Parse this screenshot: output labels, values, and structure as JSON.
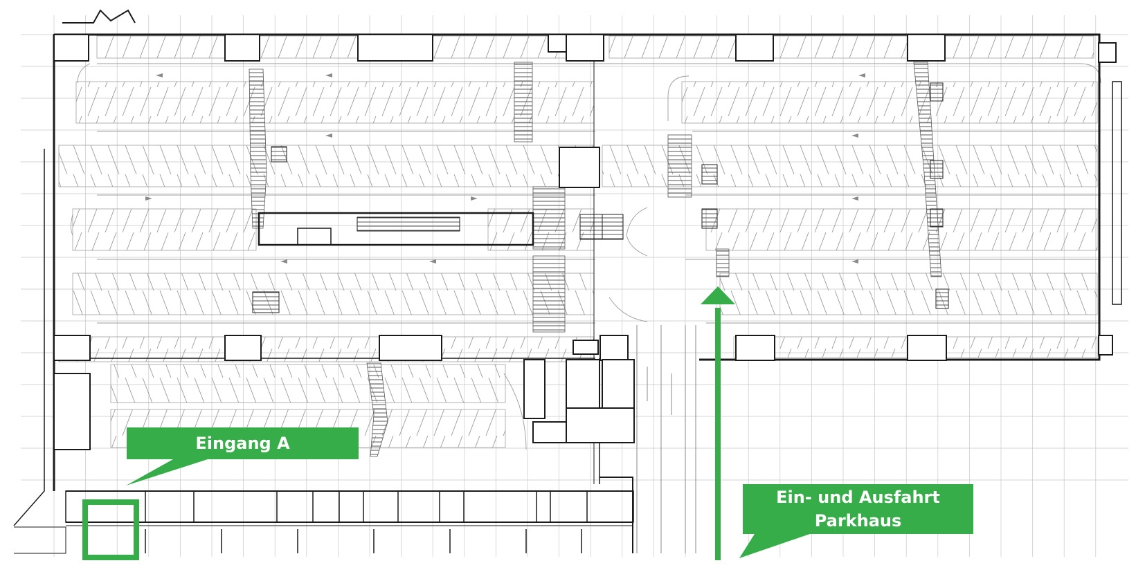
{
  "colors": {
    "accent": "#37ad4a",
    "line": "#1a1a1a",
    "thin": "#8a8a8a",
    "faint": "#b5b5b5"
  },
  "labels": {
    "entrance": "Eingang A",
    "garage_line1": "Ein- und Ausfahrt",
    "garage_line2": "Parkhaus"
  },
  "icons": {
    "route_arrow": "up-arrow-icon",
    "entrance_marker": "square-outline-icon"
  }
}
